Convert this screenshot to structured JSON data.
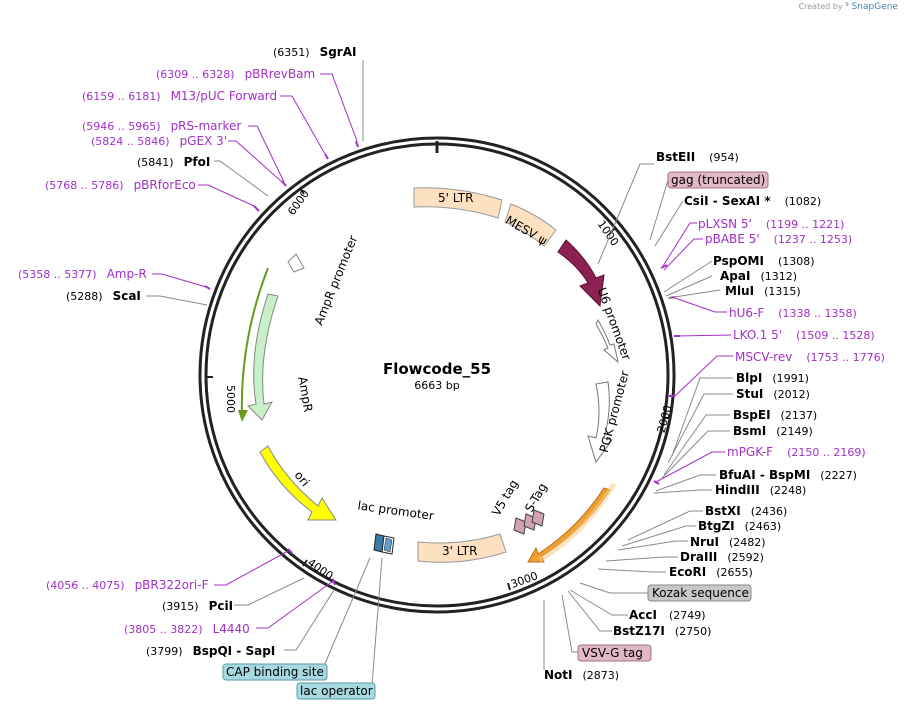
{
  "credit": {
    "prefix": "Created by",
    "brand": "SnapGene"
  },
  "plasmid": {
    "name": "Flowcode_55",
    "size": "6663 bp"
  },
  "ticks": [
    "1000",
    "2000",
    "3000",
    "4000",
    "5000",
    "6000"
  ],
  "enzymes_right": [
    {
      "name": "BstEII",
      "pos": "(954)"
    },
    {
      "name": "CsiI  - SexAI *",
      "pos": "(1082)"
    },
    {
      "name": "PspOMI",
      "pos": "(1308)"
    },
    {
      "name": "ApaI",
      "pos": "(1312)"
    },
    {
      "name": "MluI",
      "pos": "(1315)"
    },
    {
      "name": "BlpI",
      "pos": "(1991)"
    },
    {
      "name": "StuI",
      "pos": "(2012)"
    },
    {
      "name": "BspEI",
      "pos": "(2137)"
    },
    {
      "name": "BsmI",
      "pos": "(2149)"
    },
    {
      "name": "BfuAI  - BspMI",
      "pos": "(2227)"
    },
    {
      "name": "HindIII",
      "pos": "(2248)"
    },
    {
      "name": "BstXI",
      "pos": "(2436)"
    },
    {
      "name": "BtgZI",
      "pos": "(2463)"
    },
    {
      "name": "NruI",
      "pos": "(2482)"
    },
    {
      "name": "DraIII",
      "pos": "(2592)"
    },
    {
      "name": "EcoRI",
      "pos": "(2655)"
    },
    {
      "name": "AccI",
      "pos": "(2749)"
    },
    {
      "name": "BstZ17I",
      "pos": "(2750)"
    }
  ],
  "enzymes_left": [
    {
      "name": "SgrAI",
      "pos": "(6351)"
    },
    {
      "name": "PfoI",
      "pos": "(5841)"
    },
    {
      "name": "ScaI",
      "pos": "(5288)"
    },
    {
      "name": "PciI",
      "pos": "(3915)"
    },
    {
      "name": "BspQI  - SapI",
      "pos": "(3799)"
    }
  ],
  "enzyme_bottom": {
    "name": "NotI",
    "pos": "(2873)"
  },
  "primers_right": [
    {
      "name": "pLXSN 5'",
      "range": "(1199 .. 1221)"
    },
    {
      "name": "pBABE 5'",
      "range": "(1237 .. 1253)"
    },
    {
      "name": "hU6-F",
      "range": "(1338 .. 1358)"
    },
    {
      "name": "LKO.1 5'",
      "range": "(1509 .. 1528)"
    },
    {
      "name": "MSCV-rev",
      "range": "(1753 .. 1776)"
    },
    {
      "name": "mPGK-F",
      "range": "(2150 .. 2169)"
    }
  ],
  "primers_left": [
    {
      "name": "pBRrevBam",
      "range": "(6309 .. 6328)"
    },
    {
      "name": "M13/pUC Forward",
      "range": "(6159 .. 6181)"
    },
    {
      "name": "pRS-marker",
      "range": "(5946 .. 5965)"
    },
    {
      "name": "pGEX 3'",
      "range": "(5824 .. 5846)"
    },
    {
      "name": "pBRforEco",
      "range": "(5768 .. 5786)"
    },
    {
      "name": "Amp-R",
      "range": "(5358 .. 5377)"
    },
    {
      "name": "pBR322ori-F",
      "range": "(4056 .. 4075)"
    },
    {
      "name": "L4440",
      "range": "(3805 .. 3822)"
    }
  ],
  "boxed_labels": [
    {
      "name": "gag (truncated)",
      "color": "#e2b7c8"
    },
    {
      "name": "Kozak sequence",
      "color": "#c8c8c8"
    },
    {
      "name": "VSV-G tag",
      "color": "#e2b7c8"
    },
    {
      "name": "CAP binding site",
      "color": "#a8d8e0"
    },
    {
      "name": "lac operator",
      "color": "#a8d8e0"
    }
  ],
  "features": [
    {
      "name": "5' LTR",
      "color": "#fde0c0"
    },
    {
      "name": "MESV ψ",
      "color": "#fde0c0"
    },
    {
      "name": "U6 promoter",
      "color": "#ffffff"
    },
    {
      "name": "PGK promoter",
      "color": "#ffffff"
    },
    {
      "name": "V5 tag",
      "color": "#d4a0b4"
    },
    {
      "name": "S-Tag",
      "color": "#d4a0b4"
    },
    {
      "name": "3' LTR",
      "color": "#fde0c0"
    },
    {
      "name": "lac promoter",
      "color": "#ffffff"
    },
    {
      "name": "ori",
      "color": "#ffff00"
    },
    {
      "name": "AmpR",
      "color": "#c8f0c8"
    },
    {
      "name": "AmpR promoter",
      "color": "#c8f0c8"
    }
  ],
  "colors": {
    "backbone": "#222222",
    "primer": "#a030c8",
    "leader": "#8a8a8a",
    "u6_arrow": "#8b2252",
    "orange_feature": "#f0a030"
  }
}
